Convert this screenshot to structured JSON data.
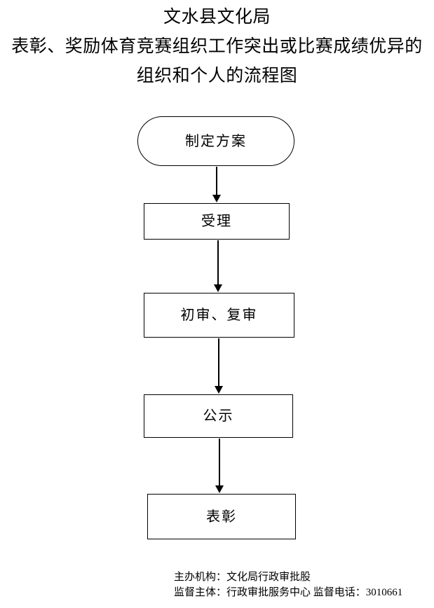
{
  "document": {
    "title_lines": [
      "文水县文化局",
      "表彰、奖励体育竞赛组织工作突出或比赛成绩优异的",
      "组织和个人的流程图"
    ]
  },
  "flowchart": {
    "type": "flowchart",
    "orientation": "top-to-bottom",
    "nodes": [
      {
        "id": "n1",
        "label": "制定方案",
        "shape": "stadium"
      },
      {
        "id": "n2",
        "label": "受理",
        "shape": "rectangle"
      },
      {
        "id": "n3",
        "label": "初审、复审",
        "shape": "rectangle"
      },
      {
        "id": "n4",
        "label": "公示",
        "shape": "rectangle"
      },
      {
        "id": "n5",
        "label": "表彰",
        "shape": "rectangle"
      }
    ],
    "edges": [
      {
        "from": "n1",
        "to": "n2",
        "style": "arrow-down"
      },
      {
        "from": "n2",
        "to": "n3",
        "style": "arrow-down"
      },
      {
        "from": "n3",
        "to": "n4",
        "style": "arrow-down"
      },
      {
        "from": "n4",
        "to": "n5",
        "style": "arrow-down"
      }
    ],
    "colors": {
      "stroke": "#000000",
      "fill": "#ffffff",
      "text": "#000000"
    }
  },
  "footer": {
    "lines": [
      "主办机构：文化局行政审批股",
      "监督主体：行政审批服务中心  监督电话：3010661"
    ],
    "organizer_label": "主办机构：",
    "organizer_value": "文化局行政审批股",
    "supervisor_label": "监督主体：",
    "supervisor_value": "行政审批服务中心",
    "phone_label": "监督电话：",
    "phone_value": "3010661"
  }
}
